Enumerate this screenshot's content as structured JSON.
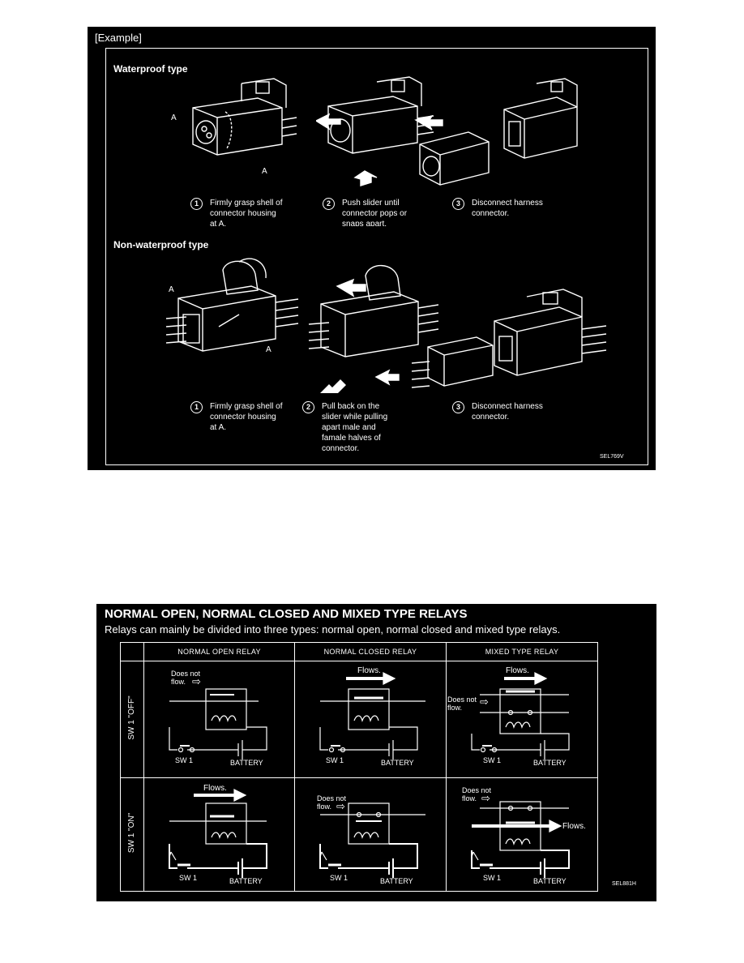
{
  "connector_figure": {
    "example_label": "[Example]",
    "figure_code": "SEL769V",
    "waterproof": {
      "heading": "Waterproof type",
      "callout_a": "A",
      "steps": [
        {
          "num": "1",
          "lines": [
            "Firmly grasp shell of",
            "connector housing",
            "at A."
          ]
        },
        {
          "num": "2",
          "lines": [
            "Push slider until",
            "connector pops or",
            "snaps apart."
          ]
        },
        {
          "num": "3",
          "lines": [
            "Disconnect harness",
            "connector."
          ]
        }
      ]
    },
    "non_waterproof": {
      "heading": "Non-waterproof type",
      "callout_a": "A",
      "steps": [
        {
          "num": "1",
          "lines": [
            "Firmly grasp shell of",
            "connector housing",
            "at A."
          ]
        },
        {
          "num": "2",
          "lines": [
            "Pull back on the",
            "slider while pulling",
            "apart male and",
            "famale halves of",
            "connector."
          ]
        },
        {
          "num": "3",
          "lines": [
            "Disconnect harness",
            "connector."
          ]
        }
      ]
    }
  },
  "relay_figure": {
    "title": "NORMAL OPEN, NORMAL CLOSED AND MIXED TYPE RELAYS",
    "subtitle": "Relays can mainly be divided into three types: normal open, normal closed and mixed type relays.",
    "figure_code": "SEL881H",
    "columns": [
      "NORMAL OPEN RELAY",
      "NORMAL CLOSED RELAY",
      "MIXED TYPE RELAY"
    ],
    "rows": [
      "SW 1 \"OFF\"",
      "SW 1 \"ON\""
    ],
    "labels": {
      "flows": "Flows.",
      "does_not": "Does not",
      "flow": "flow.",
      "sw1": "SW 1",
      "battery": "BATTERY"
    }
  }
}
